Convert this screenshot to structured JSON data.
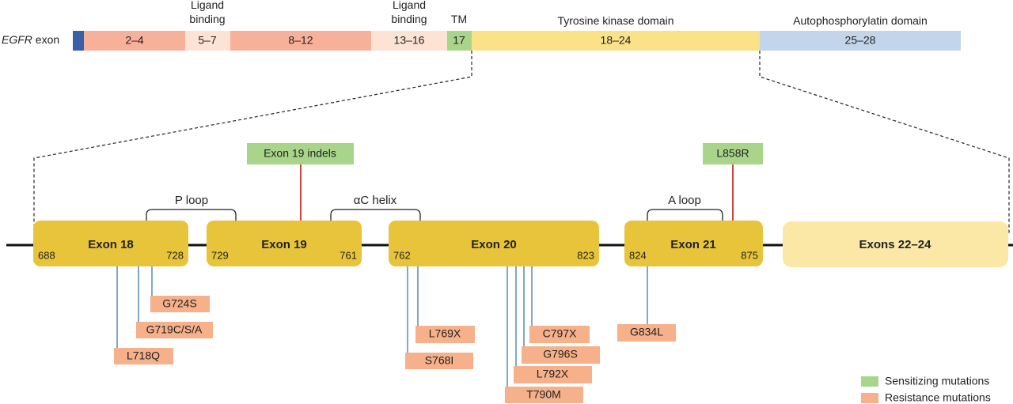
{
  "colors": {
    "exon_box": "#e8c43a",
    "exon_box_light": "#fbe8a6",
    "sensitizing": "#a8d58a",
    "resistance": "#f6b08a",
    "stem_red": "#d8423a",
    "stem_blue": "#3b7ab0",
    "bar_blue": "#3a5ea8",
    "bar_salmon": "#f7b09a",
    "bar_peach": "#fde3d4",
    "bar_green": "#a8d58a",
    "bar_yellow": "#fbe289",
    "bar_lightblue": "#c3d5ea"
  },
  "header": {
    "row_label_italic": "EGFR",
    "row_label_rest": " exon",
    "segments": [
      {
        "label": "",
        "color": "bar_blue"
      },
      {
        "label": "2–4",
        "color": "bar_salmon"
      },
      {
        "label": "5–7",
        "color": "bar_peach"
      },
      {
        "label": "8–12",
        "color": "bar_salmon"
      },
      {
        "label": "13–16",
        "color": "bar_peach"
      },
      {
        "label": "17",
        "color": "bar_green"
      },
      {
        "label": "18–24",
        "color": "bar_yellow"
      },
      {
        "label": "25–28",
        "color": "bar_lightblue"
      }
    ],
    "domain_labels": {
      "ligand1_line1": "Ligand",
      "ligand1_line2": "binding",
      "ligand2_line1": "Ligand",
      "ligand2_line2": "binding",
      "tm": "TM",
      "tk": "Tyrosine kinase domain",
      "auto": "Autophosphorylatin domain"
    }
  },
  "exons": [
    {
      "name": "Exon 18",
      "start": "688",
      "end": "728"
    },
    {
      "name": "Exon 19",
      "start": "729",
      "end": "761"
    },
    {
      "name": "Exon 20",
      "start": "762",
      "end": "823"
    },
    {
      "name": "Exon 21",
      "start": "824",
      "end": "875"
    },
    {
      "name": "Exons 22–24",
      "start": "",
      "end": ""
    }
  ],
  "structures": {
    "p_loop": "P loop",
    "ac_helix": "αC helix",
    "a_loop": "A loop"
  },
  "sensitizing_mutations": [
    "Exon 19 indels",
    "L858R"
  ],
  "resistance_mutations": [
    "G724S",
    "G719C/S/A",
    "L718Q",
    "L769X",
    "S768I",
    "C797X",
    "G796S",
    "L792X",
    "T790M",
    "G834L"
  ],
  "legend": {
    "sensitizing": "Sensitizing mutations",
    "resistance": "Resistance mutations"
  }
}
